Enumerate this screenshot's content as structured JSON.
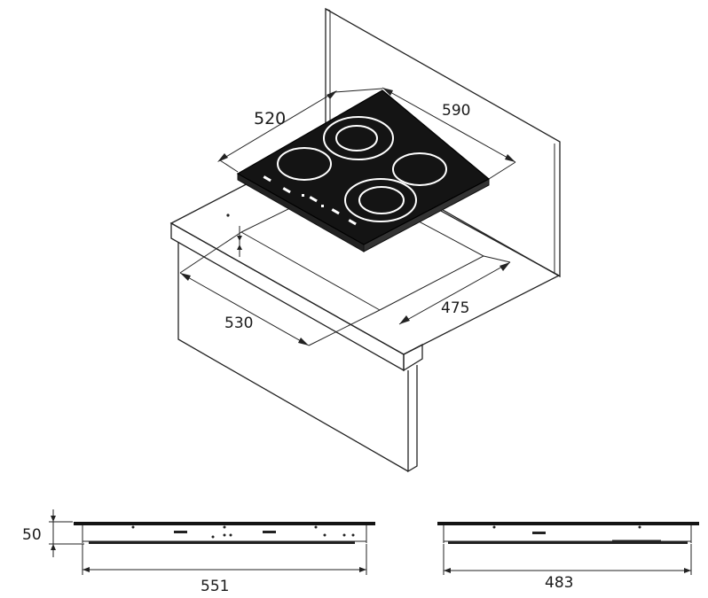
{
  "diagram": {
    "dimensions": {
      "hob_depth": "520",
      "hob_width": "590",
      "cutout_depth": "475",
      "cutout_width": "530",
      "hob_height": "50",
      "front_view_width": "551",
      "side_view_width": "483"
    },
    "colors": {
      "line": "#222222",
      "glass": "#141414",
      "burner_ring": "#ffffff",
      "background": "#ffffff"
    }
  }
}
